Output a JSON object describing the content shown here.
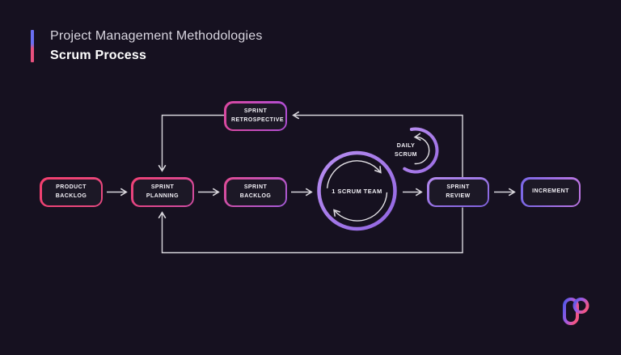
{
  "header": {
    "subtitle": "Project Management Methodologies",
    "title": "Scrum Process"
  },
  "diagram": {
    "nodes": {
      "product_backlog": {
        "label": "PRODUCT BACKLOG"
      },
      "sprint_planning": {
        "label": "SPRINT PLANNING"
      },
      "sprint_backlog": {
        "label": "SPRINT BACKLOG"
      },
      "scrum_team": {
        "label": "1 SCRUM TEAM"
      },
      "daily_scrum": {
        "label": "DAILY SCRUM"
      },
      "sprint_review": {
        "label": "SPRINT REVIEW"
      },
      "increment": {
        "label": "INCREMENT"
      },
      "sprint_retrospective": {
        "label": "SPRINT RETROSPECTIVE"
      }
    },
    "edges": [
      {
        "from": "PRODUCT BACKLOG",
        "to": "SPRINT PLANNING"
      },
      {
        "from": "SPRINT PLANNING",
        "to": "SPRINT BACKLOG"
      },
      {
        "from": "SPRINT BACKLOG",
        "to": "1 SCRUM TEAM"
      },
      {
        "from": "1 SCRUM TEAM",
        "to": "SPRINT REVIEW"
      },
      {
        "from": "SPRINT REVIEW",
        "to": "INCREMENT"
      },
      {
        "from": "SPRINT REVIEW",
        "to": "SPRINT RETROSPECTIVE"
      },
      {
        "from": "SPRINT RETROSPECTIVE",
        "to": "SPRINT PLANNING"
      },
      {
        "from": "SPRINT REVIEW",
        "to": "SPRINT PLANNING"
      },
      {
        "from": "1 SCRUM TEAM",
        "to": "DAILY SCRUM",
        "type": "loop"
      }
    ]
  },
  "colors": {
    "background": "#161120",
    "node_fill": "#1c1826",
    "accent_blue": "#6a6ff2",
    "accent_pink": "#e8517e",
    "pink": "#ee3f70",
    "magenta": "#d04da4",
    "purple": "#a47ae8",
    "arrow": "#d8d6dc",
    "text": "#f2f0f6",
    "logo_gradient_start": "#4f59e8",
    "logo_gradient_end": "#f25687"
  }
}
